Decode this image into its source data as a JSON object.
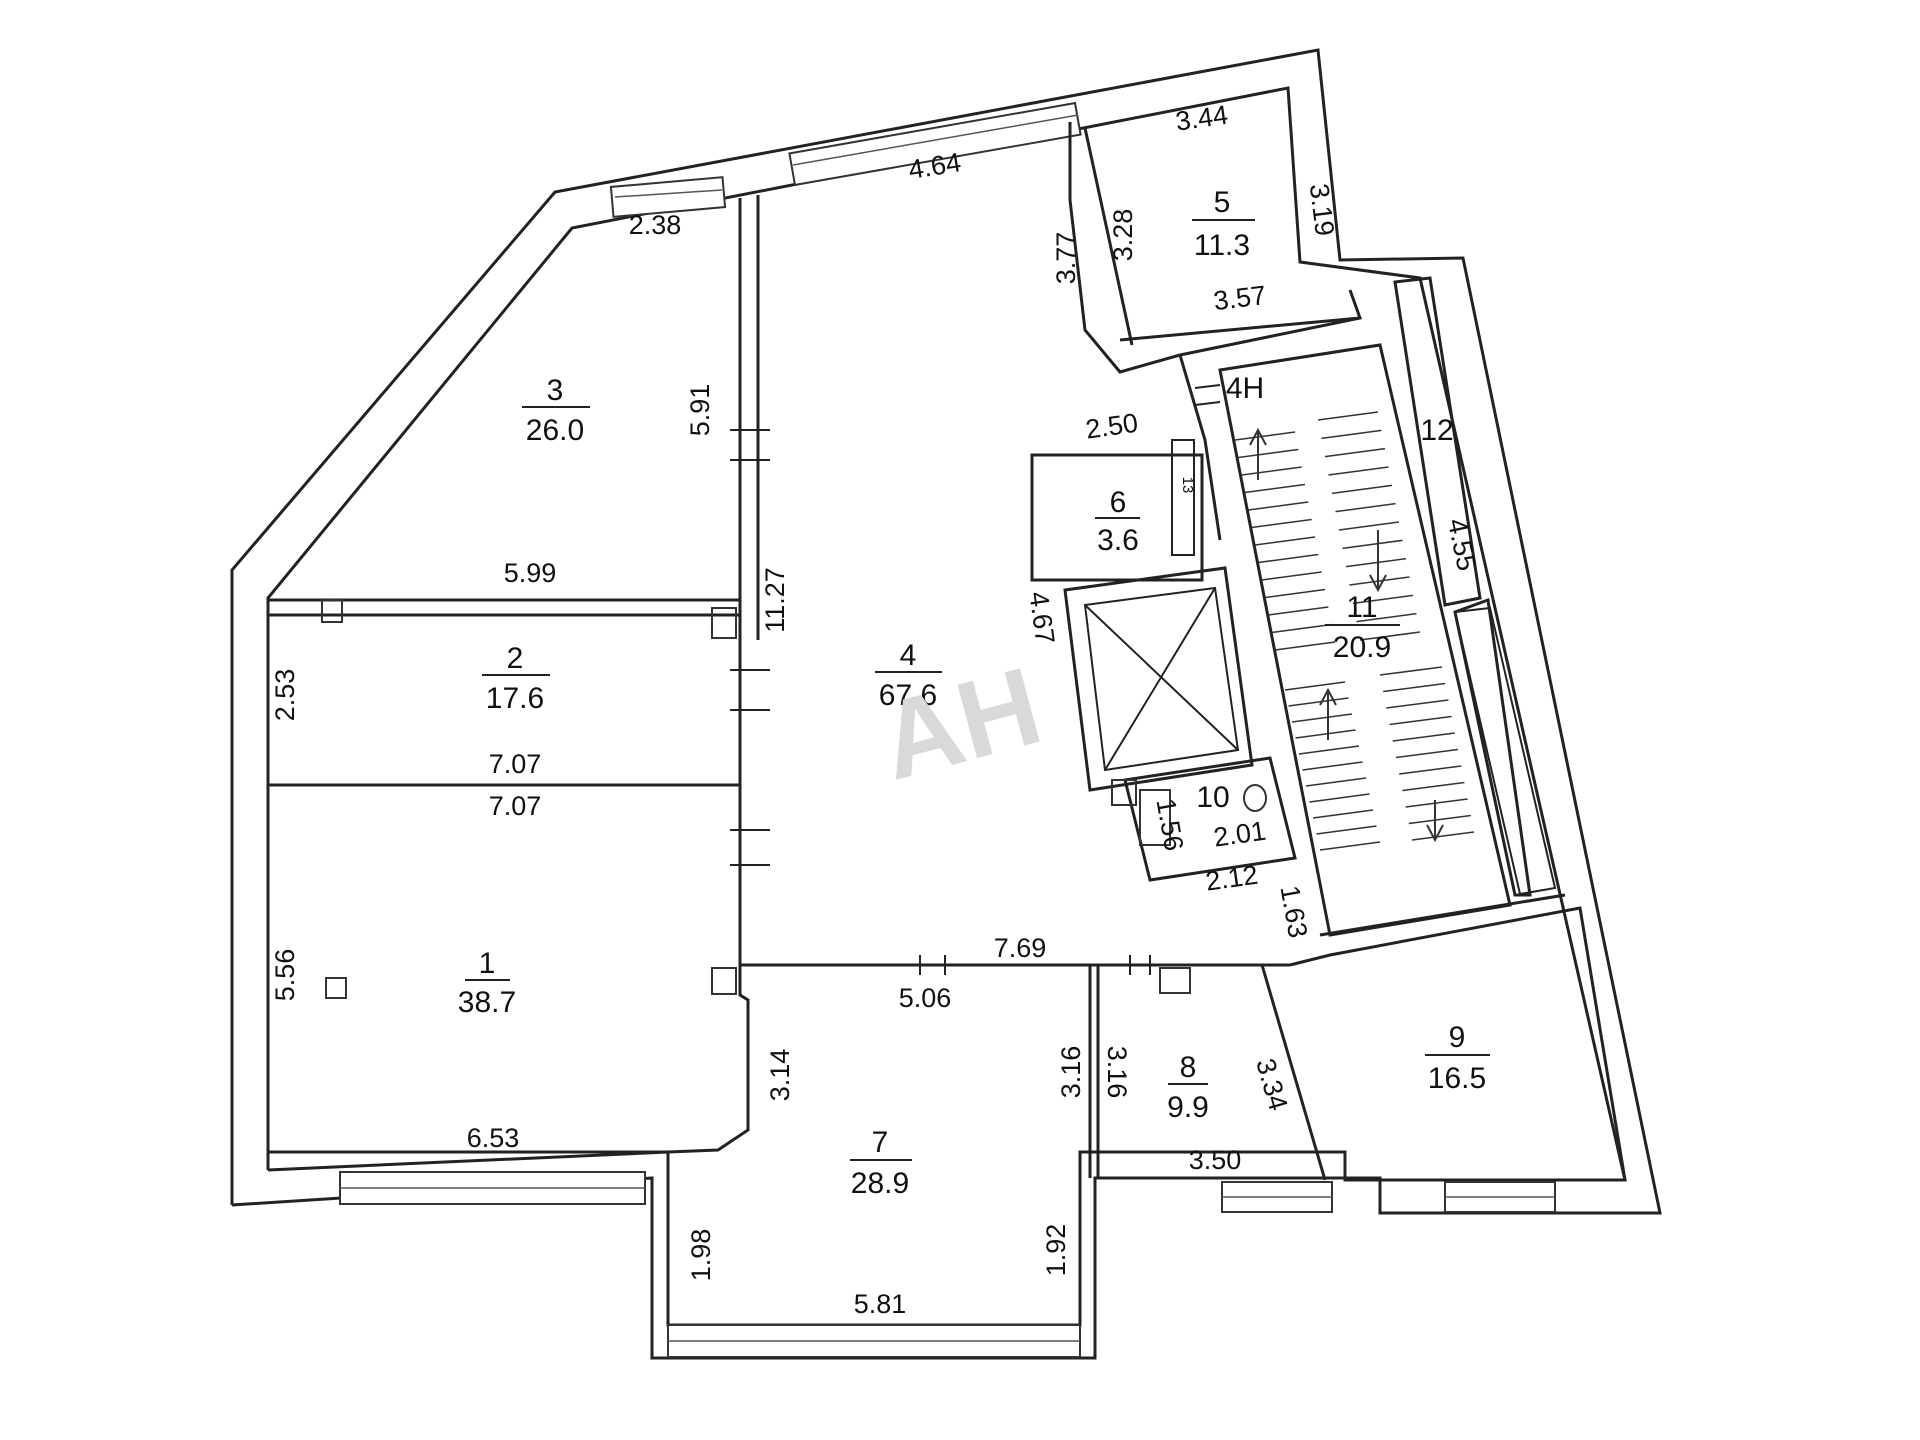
{
  "rooms": [
    {
      "number": "1",
      "area": "38.7"
    },
    {
      "number": "2",
      "area": "17.6"
    },
    {
      "number": "3",
      "area": "26.0"
    },
    {
      "number": "4",
      "area": "67.6"
    },
    {
      "number": "5",
      "area": "11.3"
    },
    {
      "number": "6",
      "area": "3.6"
    },
    {
      "number": "7",
      "area": "28.9"
    },
    {
      "number": "8",
      "area": "9.9"
    },
    {
      "number": "9",
      "area": "16.5"
    },
    {
      "number": "10"
    },
    {
      "number": "11",
      "area": "20.9"
    },
    {
      "number": "12"
    },
    {
      "number": "13"
    },
    {
      "number": "4Н"
    }
  ],
  "dimensions": {
    "d_2_38": "2.38",
    "d_4_64": "4.64",
    "d_3_44": "3.44",
    "d_3_19": "3.19",
    "d_3_28": "3.28",
    "d_3_77": "3.77",
    "d_3_57": "3.57",
    "d_5_91": "5.91",
    "d_5_99": "5.99",
    "d_2_50": "2.50",
    "d_4_55": "4.55",
    "d_11_27": "11.27",
    "d_4_67": "4.67",
    "d_2_53": "2.53",
    "d_7_07_a": "7.07",
    "d_7_07_b": "7.07",
    "d_1_56": "1.56",
    "d_2_01": "2.01",
    "d_2_12": "2.12",
    "d_1_63": "1.63",
    "d_5_56": "5.56",
    "d_7_69": "7.69",
    "d_5_06": "5.06",
    "d_3_14": "3.14",
    "d_3_16_a": "3.16",
    "d_3_16_b": "3.16",
    "d_3_34": "3.34",
    "d_6_53": "6.53",
    "d_3_50": "3.50",
    "d_1_98": "1.98",
    "d_1_92": "1.92",
    "d_5_81": "5.81"
  },
  "watermark": "АН"
}
